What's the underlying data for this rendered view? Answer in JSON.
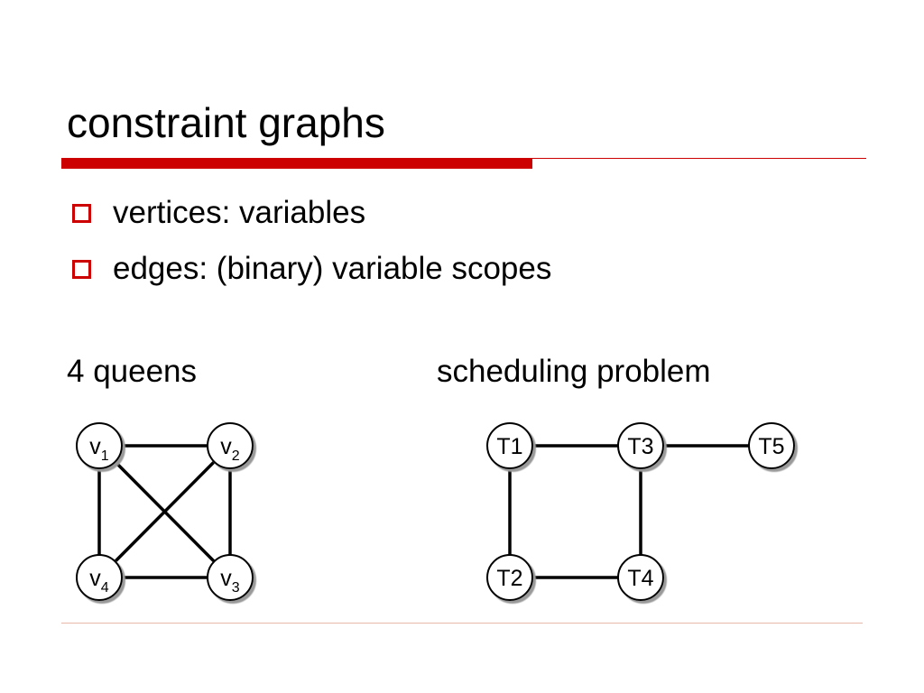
{
  "slide": {
    "title": "constraint graphs",
    "bullets": [
      "vertices: variables",
      "edges: (binary) variable scopes"
    ],
    "accent_color": "#cc0000"
  },
  "graphs": {
    "queens": {
      "label": "4 queens",
      "nodes": {
        "v1": {
          "letter": "v",
          "sub": "1"
        },
        "v2": {
          "letter": "v",
          "sub": "2"
        },
        "v3": {
          "letter": "v",
          "sub": "3"
        },
        "v4": {
          "letter": "v",
          "sub": "4"
        }
      },
      "edges": [
        [
          "v1",
          "v2"
        ],
        [
          "v1",
          "v4"
        ],
        [
          "v1",
          "v3"
        ],
        [
          "v2",
          "v3"
        ],
        [
          "v2",
          "v4"
        ],
        [
          "v4",
          "v3"
        ]
      ]
    },
    "scheduling": {
      "label": "scheduling problem",
      "nodes": {
        "T1": {
          "label": "T1"
        },
        "T2": {
          "label": "T2"
        },
        "T3": {
          "label": "T3"
        },
        "T4": {
          "label": "T4"
        },
        "T5": {
          "label": "T5"
        }
      },
      "edges": [
        [
          "T1",
          "T3"
        ],
        [
          "T3",
          "T5"
        ],
        [
          "T1",
          "T2"
        ],
        [
          "T3",
          "T4"
        ],
        [
          "T2",
          "T4"
        ]
      ]
    }
  }
}
